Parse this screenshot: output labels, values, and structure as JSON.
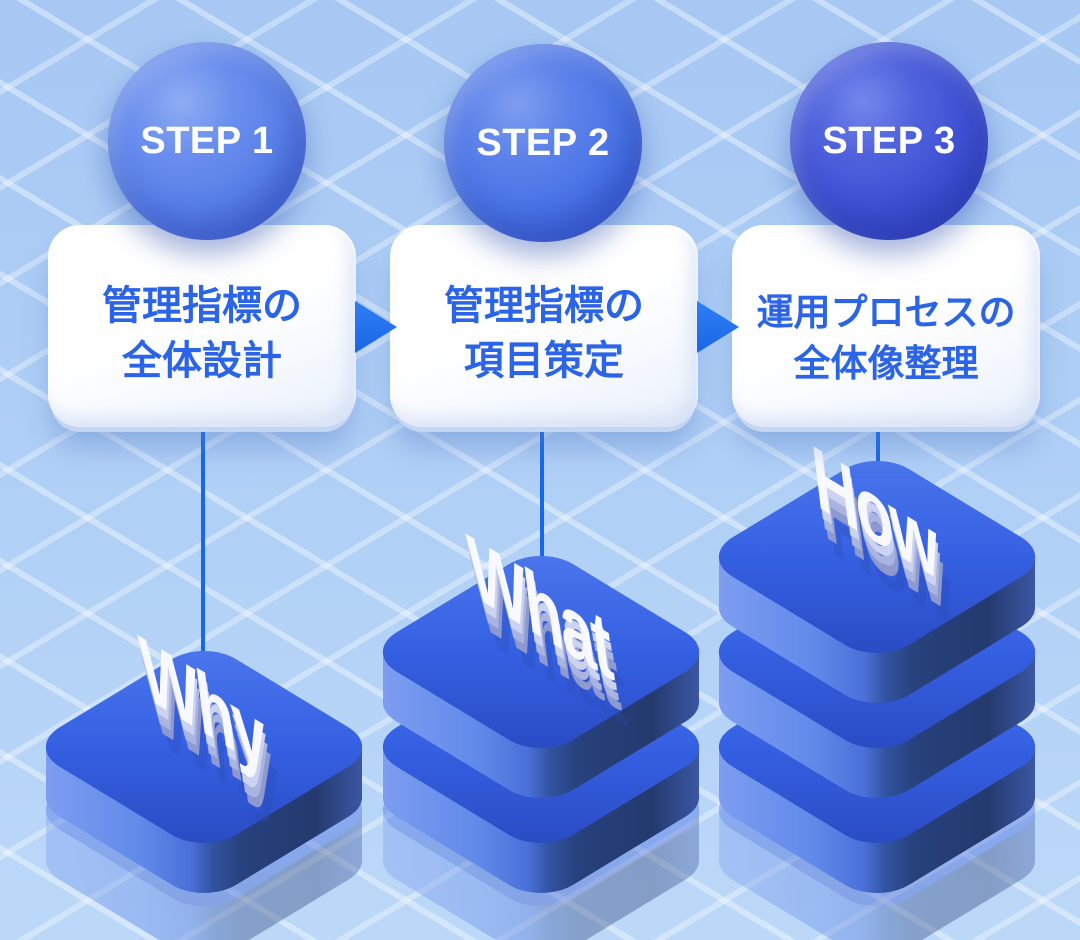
{
  "steps": [
    {
      "badge": "STEP 1",
      "title_line1": "管理指標の",
      "title_line2": "全体設計",
      "keyword": "Why",
      "layers": 1
    },
    {
      "badge": "STEP 2",
      "title_line1": "管理指標の",
      "title_line2": "項目策定",
      "keyword": "What",
      "layers": 2
    },
    {
      "badge": "STEP 3",
      "title_line1": "運用プロセスの",
      "title_line2": "全体像整理",
      "keyword": "How",
      "layers": 3
    }
  ],
  "colors": {
    "background": "#aecdf4",
    "grid_line": "#ffffff",
    "card_background": "#ffffff",
    "card_text": "#2c64e7",
    "sphere_step1": "#5b82ea",
    "sphere_step2": "#4a74e6",
    "sphere_step3": "#4052d4",
    "connector_line": "#1767e6",
    "arrow": "#1e74ee",
    "block_top": "#3560e2",
    "block_front": "#5d84ea",
    "block_side": "#27407c",
    "keyword_face": "#f7f9fe",
    "keyword_side": "#aab4e0"
  }
}
